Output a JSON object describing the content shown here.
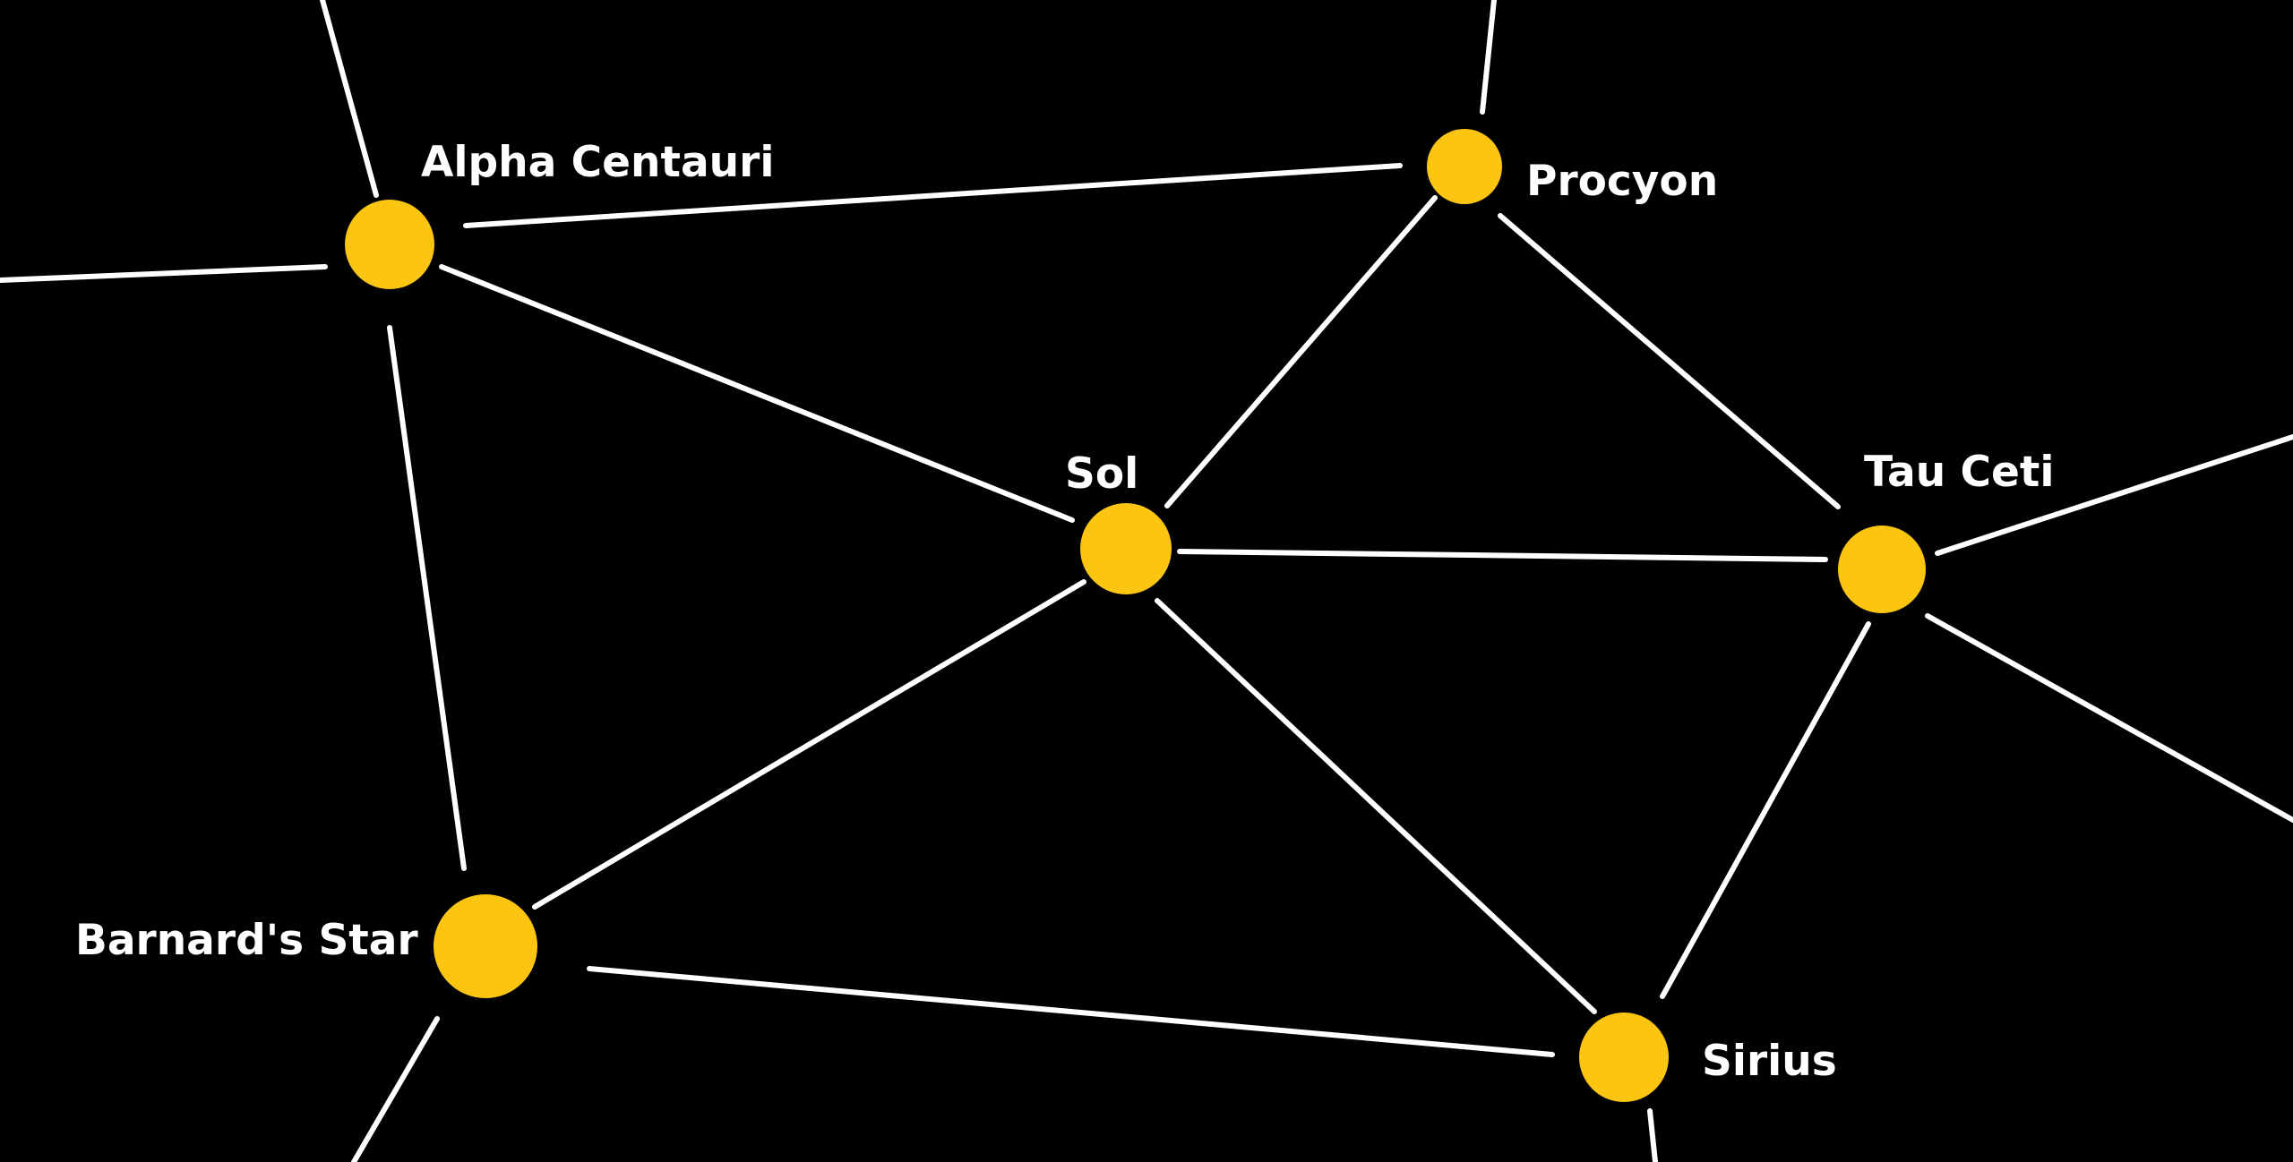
{
  "map": {
    "background_color": "#000000",
    "lane_color": "#ffffff",
    "star_color": "#fcc512",
    "label_color": "#ffffff"
  },
  "stars": [
    {
      "id": "alpha-centauri",
      "name": "Alpha Centauri"
    },
    {
      "id": "procyon",
      "name": "Procyon"
    },
    {
      "id": "sol",
      "name": "Sol"
    },
    {
      "id": "tau-ceti",
      "name": "Tau Ceti"
    },
    {
      "id": "barnards-star",
      "name": "Barnard's Star"
    },
    {
      "id": "sirius",
      "name": "Sirius"
    }
  ],
  "lanes": [
    {
      "from": "alpha-centauri",
      "to": "procyon"
    },
    {
      "from": "alpha-centauri",
      "to": "sol"
    },
    {
      "from": "alpha-centauri",
      "to": "barnards-star"
    },
    {
      "from": "procyon",
      "to": "sol"
    },
    {
      "from": "procyon",
      "to": "tau-ceti"
    },
    {
      "from": "sol",
      "to": "tau-ceti"
    },
    {
      "from": "sol",
      "to": "barnards-star"
    },
    {
      "from": "sol",
      "to": "sirius"
    },
    {
      "from": "tau-ceti",
      "to": "sirius"
    },
    {
      "from": "barnards-star",
      "to": "sirius"
    }
  ]
}
